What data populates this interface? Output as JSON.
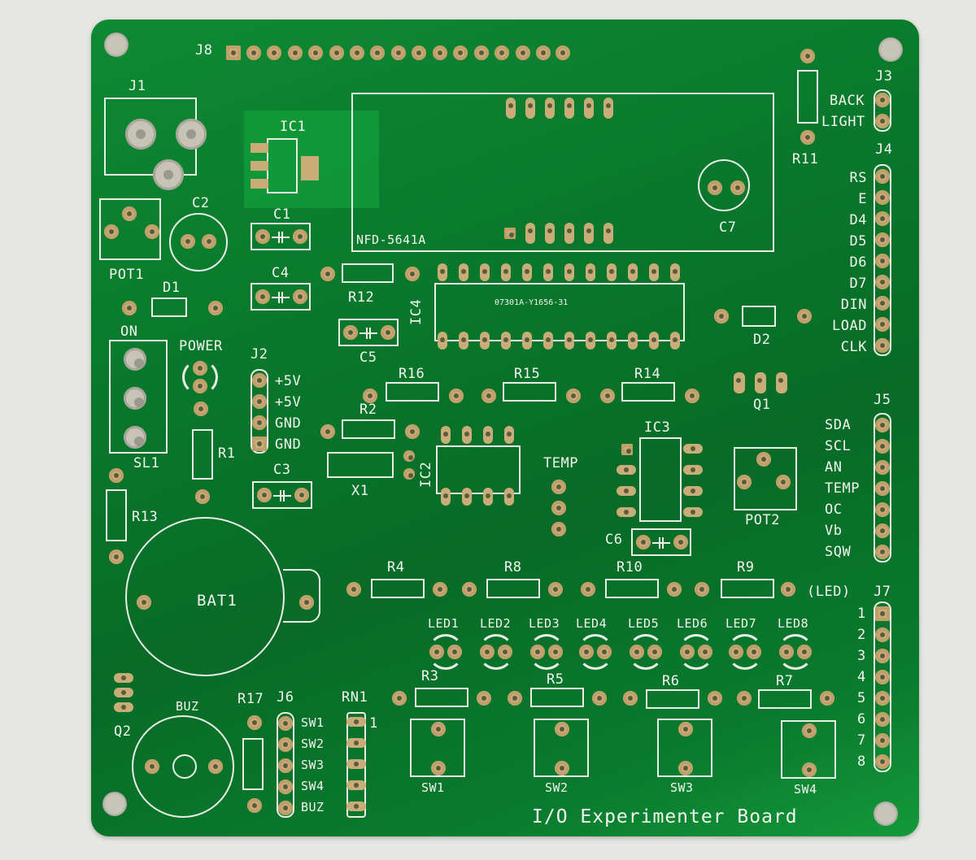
{
  "board": {
    "title": "I/O Experimenter Board",
    "colors": {
      "solder_mask": "#0a7a2d",
      "silkscreen": "#f2f5ee",
      "pad": "#c9ad79",
      "background": "#e6e6e3"
    }
  },
  "components": {
    "J1": "J1",
    "J8": "J8",
    "IC1": "IC1",
    "C1": "C1",
    "C2": "C2",
    "C4": "C4",
    "C5": "C5",
    "C3": "C3",
    "POT1": "POT1",
    "POT2": "POT2",
    "D1": "D1",
    "D2": "D2",
    "R1": "R1",
    "R2": "R2",
    "R11": "R11",
    "R12": "R12",
    "R13": "R13",
    "R14": "R14",
    "R15": "R15",
    "R16": "R16",
    "R17": "R17",
    "R3": "R3",
    "R4": "R4",
    "R5": "R5",
    "R6": "R6",
    "R7": "R7",
    "R8": "R8",
    "R9": "R9",
    "R10": "R10",
    "IC2": "IC2",
    "IC3": "IC3",
    "IC4": "IC4",
    "IC4_part": "07301A-Y1656-31",
    "display": "NFD-5641A",
    "C7": "C7",
    "C6": "C6",
    "X1": "X1",
    "Q1": "Q1",
    "Q2": "Q2",
    "TEMP": "TEMP",
    "SL1": "SL1",
    "ON": "ON",
    "POWER": "POWER",
    "BAT1": "BAT1",
    "BUZ": "BUZ",
    "RN1": "RN1",
    "RN1_pin": "1",
    "J2": "J2",
    "J3": "J3",
    "J4": "J4",
    "J5": "J5",
    "J6": "J6",
    "J7": "J7"
  },
  "j2_pins": [
    "+5V",
    "+5V",
    "GND",
    "GND"
  ],
  "j3_pins": [
    "BACK",
    "LIGHT"
  ],
  "j4_pins": [
    "RS",
    "E",
    "D4",
    "D5",
    "D6",
    "D7",
    "DIN",
    "LOAD",
    "CLK"
  ],
  "j5_pins": [
    "SDA",
    "SCL",
    "AN",
    "TEMP",
    "OC",
    "Vb",
    "SQW"
  ],
  "j6_pins": [
    "SW1",
    "SW2",
    "SW3",
    "SW4",
    "BUZ"
  ],
  "j7": {
    "label": "(LED)",
    "pins": [
      "1",
      "2",
      "3",
      "4",
      "5",
      "6",
      "7",
      "8"
    ]
  },
  "leds": [
    "LED1",
    "LED2",
    "LED3",
    "LED4",
    "LED5",
    "LED6",
    "LED7",
    "LED8"
  ],
  "switches": [
    "SW1",
    "SW2",
    "SW3",
    "SW4"
  ]
}
